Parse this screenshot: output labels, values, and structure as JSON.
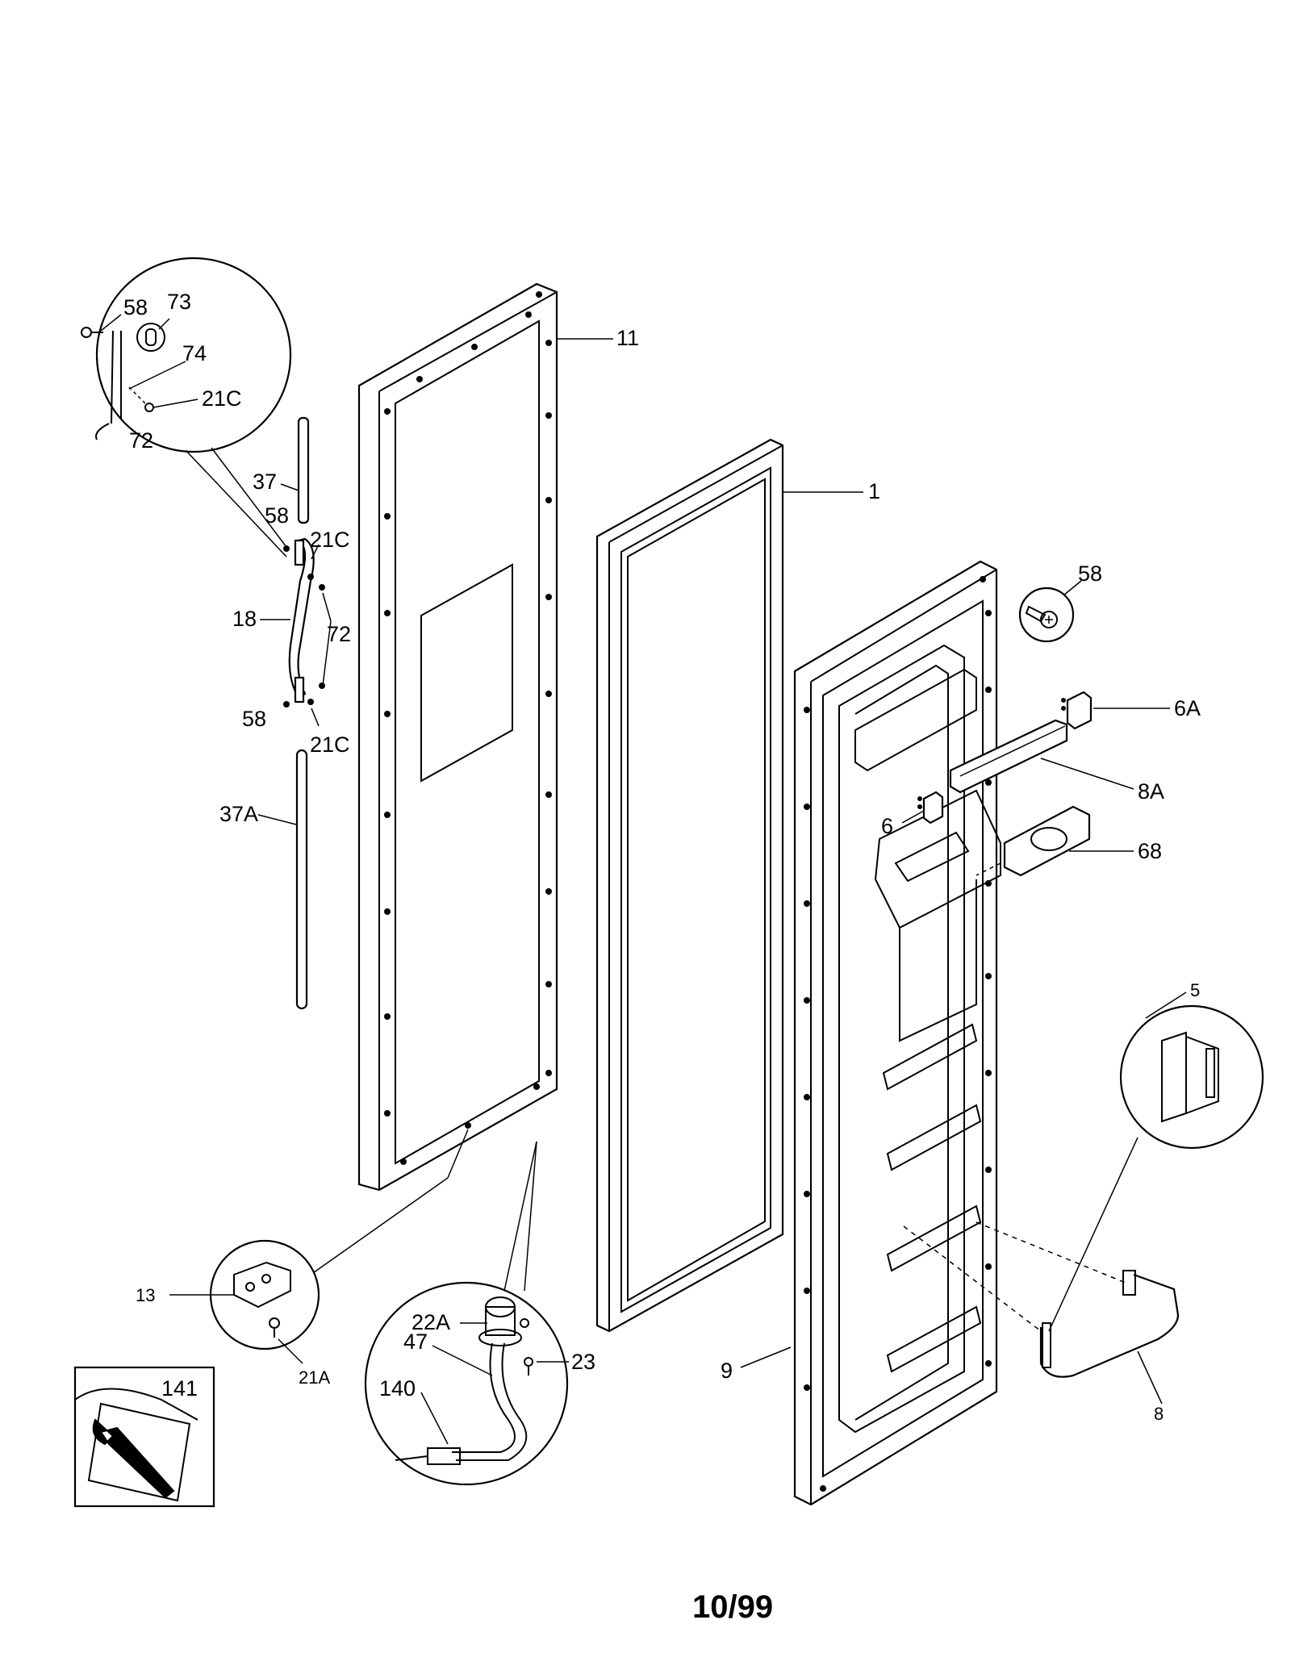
{
  "callouts": {
    "c58a": "58",
    "c73": "73",
    "c74": "74",
    "c21c_top": "21C",
    "c72_top": "72",
    "c37": "37",
    "c58b": "58",
    "c21c_b": "21C",
    "c18": "18",
    "c72_b": "72",
    "c58c": "58",
    "c21c_c": "21C",
    "c37a": "37A",
    "c11": "11",
    "c1": "1",
    "c58d": "58",
    "c6a": "6A",
    "c8a": "8A",
    "c6": "6",
    "c68": "68",
    "c5": "5",
    "c13": "13",
    "c21a": "21A",
    "c22a": "22A",
    "c47": "47",
    "c23": "23",
    "c140": "140",
    "c141": "141",
    "c9": "9",
    "c8": "8"
  },
  "footer": {
    "date_code": "10/99"
  },
  "icons": {
    "tool_kit": "wrench-icon"
  }
}
